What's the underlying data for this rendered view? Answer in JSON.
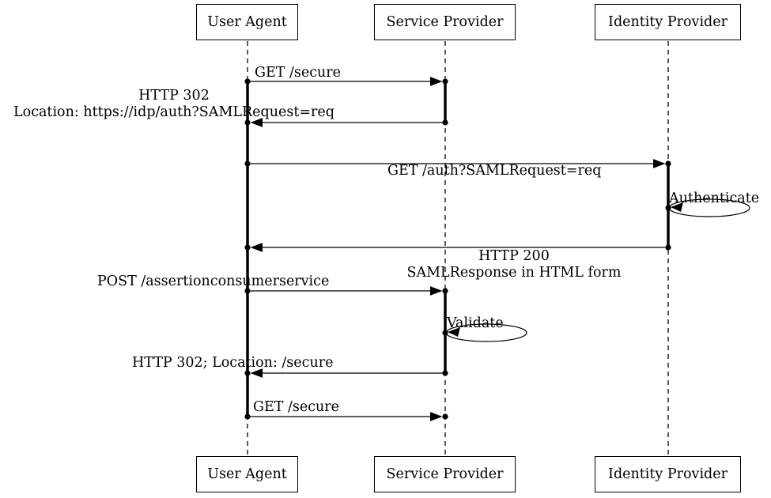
{
  "diagram": {
    "type": "sequence",
    "background_color": "#ffffff",
    "line_color": "#000000",
    "actors": [
      {
        "label": "User Agent"
      },
      {
        "label": "Service Provider"
      },
      {
        "label": "Identity Provider"
      }
    ],
    "messages": [
      {
        "from": "User Agent",
        "to": "Service Provider",
        "lines": [
          "GET /secure"
        ]
      },
      {
        "from": "Service Provider",
        "to": "User Agent",
        "lines": [
          "HTTP 302",
          "Location: https://idp/auth?SAMLRequest=req"
        ]
      },
      {
        "from": "User Agent",
        "to": "Identity Provider",
        "lines": [
          "GET /auth?SAMLRequest=req"
        ]
      },
      {
        "type": "self",
        "actor": "Identity Provider",
        "lines": [
          "Authenticate"
        ]
      },
      {
        "from": "Identity Provider",
        "to": "User Agent",
        "lines": [
          "HTTP 200",
          "SAMLResponse in HTML form"
        ]
      },
      {
        "from": "User Agent",
        "to": "Service Provider",
        "lines": [
          "POST /assertionconsumerservice"
        ]
      },
      {
        "type": "self",
        "actor": "Service Provider",
        "lines": [
          "Validate"
        ]
      },
      {
        "from": "Service Provider",
        "to": "User Agent",
        "lines": [
          "HTTP 302; Location: /secure"
        ]
      },
      {
        "from": "User Agent",
        "to": "Service Provider",
        "lines": [
          "GET /secure"
        ]
      }
    ]
  }
}
